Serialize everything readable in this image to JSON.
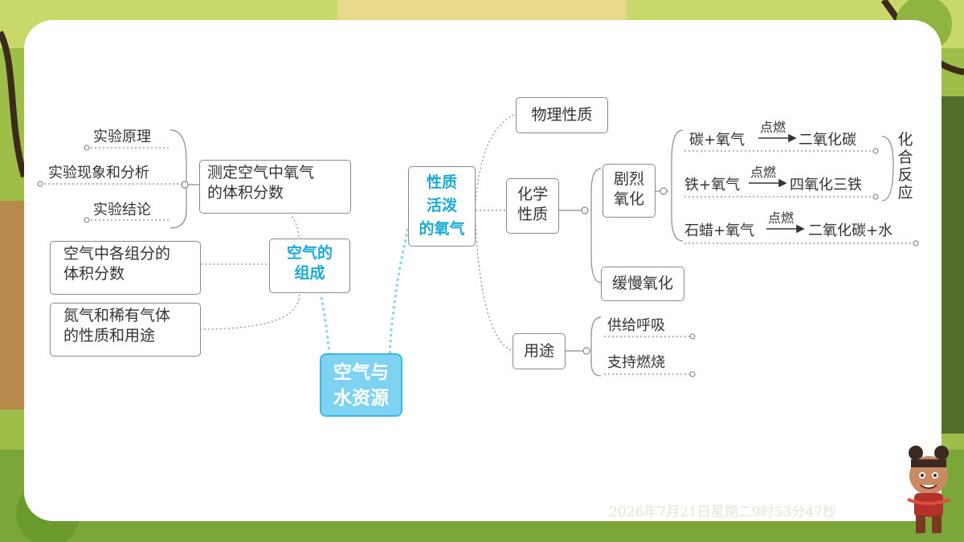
{
  "center": {
    "line1": "空气与",
    "line2": "水资源"
  },
  "left": {
    "composition": {
      "line1": "空气的",
      "line2": "组成"
    },
    "measure": {
      "line1": "测定空气中氧气",
      "line2": "的体积分数"
    },
    "measure_items": [
      "实验原理",
      "实验现象和分析",
      "实验结论"
    ],
    "fraction": {
      "line1": "空气中各组分的",
      "line2": "体积分数"
    },
    "nitrogen": {
      "line1": "氮气和稀有气体",
      "line2": "的性质和用途"
    }
  },
  "right": {
    "oxygen": {
      "line1": "性质",
      "line2": "活泼",
      "line3": "的氧气"
    },
    "physical": "物理性质",
    "chemical": {
      "line1": "化学",
      "line2": "性质"
    },
    "fierce": {
      "line1": "剧烈",
      "line2": "氧化"
    },
    "slow": "缓慢氧化",
    "reactions": [
      {
        "left": "碳+氧气",
        "condition": "点燃",
        "right": "二氧化碳"
      },
      {
        "left": "铁+氧气",
        "condition": "点燃",
        "right": "四氧化三铁"
      },
      {
        "left": "石蜡+氧气",
        "condition": "点燃",
        "right": "二氧化碳+水"
      }
    ],
    "combination": [
      "化",
      "合",
      "反",
      "应"
    ],
    "usage": "用途",
    "usage_items": [
      "供给呼吸",
      "支持燃烧"
    ]
  },
  "timestamp": "2026年7月21日星期二9时53分47秒",
  "colors": {
    "accent": "#1ba9d6",
    "center_fill": "#7fd3f2",
    "frame": "#9dbf4a"
  },
  "decorations": [
    "jungle-background",
    "cartoon-character-icon"
  ]
}
